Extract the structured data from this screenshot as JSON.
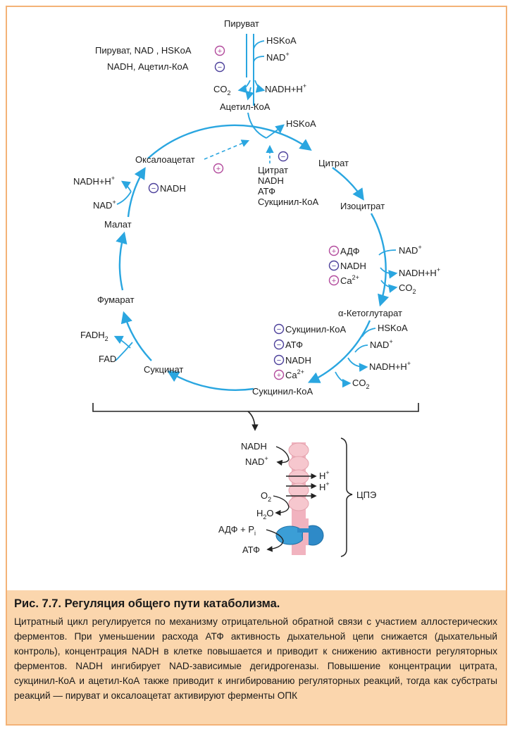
{
  "labels": {
    "pyruvate_top": "Пируват",
    "hskoa_1": "HSKoA",
    "nad_1": "NAD",
    "sup_plus": "+",
    "activator_pdh": "Пируват, NAD , HSKoA",
    "inhibitor_pdh": "NADH, Ацетил-КоА",
    "co2_1": "CO",
    "sub_2": "2",
    "nadh_h_1": "NADH+H",
    "acetyl_coa": "Ацетил-КоА",
    "hskoa_2": "HSKoA",
    "oxaloacetate": "Оксалоацетат",
    "citrate": "Цитрат",
    "cs_inhib_1": "Цитрат",
    "cs_inhib_2": "NADH",
    "cs_inhib_3": "АТФ",
    "cs_inhib_4": "Сукцинил-КоА",
    "isocitrate": "Изоцитрат",
    "idh_act_adp": "АДФ",
    "idh_inh_nadh": "NADH",
    "idh_act_ca": "Ca",
    "sup_2plus": "2+",
    "nad_2": "NAD",
    "nadh_h_2": "NADH+H",
    "co2_2": "CO",
    "akg": "α-Кетоглутарат",
    "akg_inh_1": "Сукцинил-КоА",
    "akg_inh_2": "АТФ",
    "akg_inh_3": "NADH",
    "akg_act_ca": "Ca",
    "hskoa_3": "HSKoA",
    "nad_3": "NAD",
    "nadh_h_3": "NADH+H",
    "co2_3": "CO",
    "succinyl_coa": "Сукцинил-КоА",
    "succinate": "Сукцинат",
    "fadh2": "FADH",
    "fad": "FAD",
    "fumarate": "Фумарат",
    "malate": "Малат",
    "nad_4": "NAD",
    "nadh_h_4": "NADH+H",
    "mdh_inh": "NADH",
    "etc_nadh": "NADH",
    "etc_nad": "NAD",
    "h_plus": "H",
    "o2": "O",
    "h2o": "H",
    "h2o_o": "O",
    "adp_pi": "АДФ + P",
    "sub_i": "i",
    "atp": "АТФ",
    "etc_label": "ЦПЭ"
  },
  "symbols": {
    "plus": "+",
    "minus": "−"
  },
  "caption": {
    "title": "Рис. 7.7. Регуляция общего пути катаболизма.",
    "text": "Цитратный цикл регулируется по механизму отрицательной обратной связи с участием аллостерических ферментов. При уменьшении расхода АТФ активность дыхательной цепи снижается (дыхательный контроль), концентрация NADH в клетке повышается и приводит к снижению активности регуляторных ферментов. NADH ингибирует NAD-зависимые дегидрогеназы. Повышение концентрации цитрата, сукцинил-КоА и ацетил-КоА также приводит к ингибированию регуляторных реакций, тогда как субстраты реакций — пируват и оксалоацетат активируют ферменты ОПК"
  },
  "colors": {
    "arrow": "#2aa6e0",
    "plus_sign": "#b24a9c",
    "minus_sign": "#4b3f9a",
    "frame": "#f3b277",
    "caption_bg": "#fbd6ad",
    "membrane": "#f1b3bf",
    "complex": "#f6c7ce",
    "atp_synthase": "#3b9ed6"
  }
}
